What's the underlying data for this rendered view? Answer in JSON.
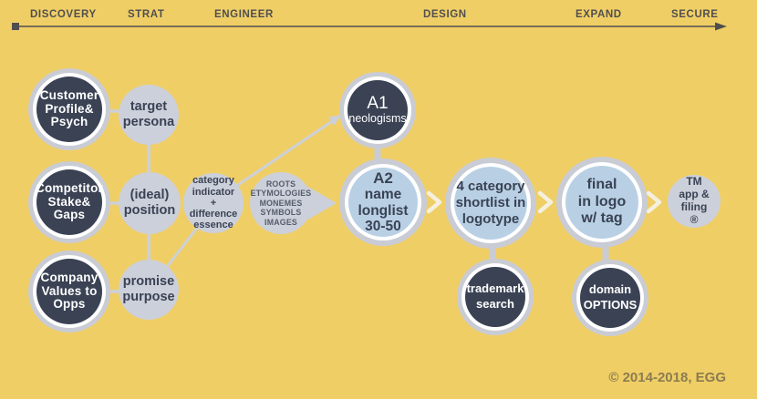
{
  "timeline": {
    "stages": [
      "DISCOVERY",
      "STRAT",
      "ENGINEER",
      "DESIGN",
      "EXPAND",
      "SECURE"
    ]
  },
  "nodes": {
    "customer": {
      "label": "Customer\nProfile&\nPsych"
    },
    "target": {
      "label": "target\npersona"
    },
    "competitor": {
      "label": "Competitor\nStake&\nGaps"
    },
    "ideal": {
      "label": "(ideal)\nposition"
    },
    "company": {
      "label": "Company\nValues to\nOpps"
    },
    "promise": {
      "label": "promise\npurpose"
    },
    "category": {
      "label": "category\nindicator\n+\ndifference\nessence"
    },
    "roots": {
      "label": "ROOTS\nETYMOLOGIES\nMONEMES\nSYMBOLS\nIMAGES"
    },
    "a1": {
      "title": "A1",
      "subtitle": "neologisms"
    },
    "a2": {
      "title": "A2",
      "body": "name\nlonglist\n30-50"
    },
    "four_category": {
      "label": "4 category\nshortlist in\nlogotype"
    },
    "trademark": {
      "label": "trademark\nsearch"
    },
    "final_logo": {
      "label": "final\nin logo\nw/ tag"
    },
    "domain": {
      "label": "domain\nOPTIONS"
    },
    "tm_filing": {
      "label": "TM\napp &\nfiling\n®"
    }
  },
  "footer": {
    "copyright": "© 2014-2018, EGG"
  },
  "colors": {
    "background": "#f0ce66",
    "dark_circle": "#3a4254",
    "gray_circle": "#ccd0da",
    "blue_circle": "#b9d0e4",
    "ring_gray": "#c9ccd4",
    "ring_white": "#ffffff",
    "chevron_cream": "#f5f0de",
    "timeline_line": "#4f4f4f",
    "copyright_text": "#8a7c4f"
  }
}
